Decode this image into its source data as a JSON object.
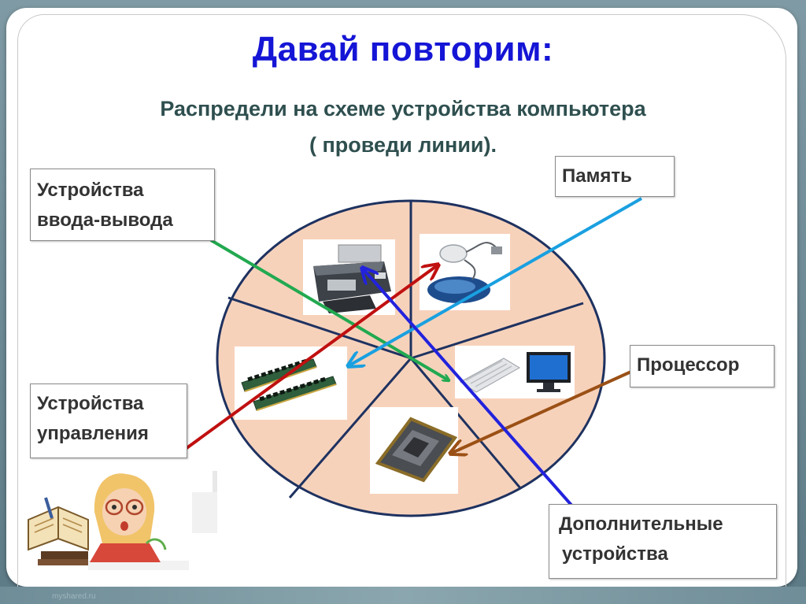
{
  "title": "Давай повторим:",
  "subtitle": {
    "line1": "Распредели  на схеме устройства компьютера",
    "line2": "( проведи линии)."
  },
  "labels": {
    "io_line1": "Устройства",
    "io_line2": "ввода-вывода",
    "memory": "Память",
    "control_line1": "Устройства",
    "control_line2": "управления",
    "processor": "Процессор",
    "additional_line1": "Дополнительные",
    "additional_line2": "устройства"
  },
  "footer": "myshared.ru",
  "colors": {
    "title": "#1515d6",
    "subtitle": "#2f4f4f",
    "pie_fill": "#f7d2bb",
    "arrow_io": "#22a950",
    "arrow_memory": "#1aa0e0",
    "arrow_control": "#c01010",
    "arrow_processor": "#9b5015",
    "arrow_additional": "#2222dd"
  },
  "pie_segments": [
    "printer",
    "mouse",
    "keyboard-monitor",
    "cpu-chip",
    "memory-modules"
  ]
}
